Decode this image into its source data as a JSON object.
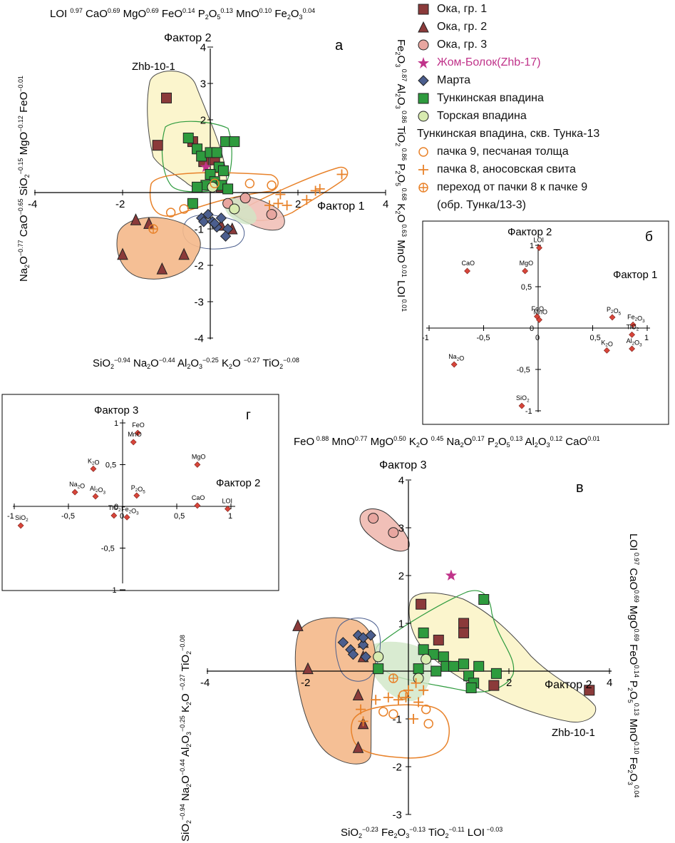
{
  "legend": {
    "items": [
      {
        "label": "Ока, гр. 1",
        "symbol": "square",
        "color": "#8B3A3A"
      },
      {
        "label": "Ока, гр. 2",
        "symbol": "triangle",
        "color": "#8B3A3A"
      },
      {
        "label": "Ока, гр. 3",
        "symbol": "circle",
        "color": "#E8A6A0"
      },
      {
        "label": "Жом-Болок(Zhb-17)",
        "symbol": "star",
        "color": "#C0338A"
      },
      {
        "label": "Марта",
        "symbol": "diamond",
        "color": "#4B5E8E"
      },
      {
        "label": "Тункинская впадина",
        "symbol": "square",
        "color": "#2E9B3E"
      },
      {
        "label": "Торская впадина",
        "symbol": "circle",
        "color": "#D8EBB0"
      },
      {
        "label": "Тункинская впадина, скв. Тунка-13",
        "symbol": "none",
        "color": "#000000"
      },
      {
        "label": "пачка 9, песчаная толща",
        "symbol": "open-circle",
        "color": "#E8822A"
      },
      {
        "label": "пачка 8, аносовская свита",
        "symbol": "plus",
        "color": "#E8822A"
      },
      {
        "label": "переход от пачки 8 к пачке 9",
        "symbol": "circle-plus",
        "color": "#E8822A"
      },
      {
        "label": "(обр. Тунка/13-3)",
        "symbol": "none",
        "color": "#000000"
      }
    ]
  },
  "panels": {
    "a": {
      "letter": "а",
      "top_formula": "LOI 0.97 CaO0.69 MgO0.69 FeO0.14 P2O50.13 MnO0.10 Fe2O30.04",
      "bottom_formula": "SiO2−0.94 Na2O−0.44 Al2O3−0.25 K2O −0.27 TiO2−0.08",
      "left_formula": "Na2O−0.77 CaO−0.65 SiO2−0.15 MgO−0.12 FeO−0.01",
      "right_formula": "Fe2O3 0.87 Al2O3 0.86 TiO2 0.86 P2O5 0.68 K2O 0.63 MnO 0.01 LOI 0.01",
      "xlabel": "Фактор 1",
      "ylabel": "Фактор 2",
      "sample_label": "Zhb-10-1",
      "x_ticks": [
        "-4",
        "-2",
        "0",
        "2",
        "4"
      ],
      "y_ticks": [
        "4",
        "3",
        "2",
        "1",
        "-1",
        "-2",
        "-3",
        "-4"
      ]
    },
    "b": {
      "letter": "б",
      "xlabel": "Фактор 1",
      "ylabel": "Фактор 2",
      "x_ticks": [
        "-1",
        "-0,5",
        "0",
        "0,5",
        "1"
      ],
      "y_ticks": [
        "1",
        "0,5",
        "0",
        "-0,5",
        "-1"
      ]
    },
    "g": {
      "letter": "г",
      "xlabel": "Фактор 2",
      "ylabel": "Фактор 3",
      "x_ticks": [
        "-1",
        "-0,5",
        "0",
        "0,5",
        "1"
      ],
      "y_ticks": [
        "1",
        "0,5",
        "0",
        "-0,5",
        "-1"
      ]
    },
    "v": {
      "letter": "в",
      "top_formula": "FeO0.88 MnO0.77 MgO0.50 K2O 0.45 Na2O0.17 P2O50.13 Al2O30.12 CaO0.01",
      "bottom_formula": "SiO2−0.23 Fe2O3−0.13 TiO2−0.11 LOI −0.03",
      "left_formula": "SiO2−0.94 Na2O−0.44 Al2O3−0.25 K2O −0.27 TiO2−0.08",
      "right_formula": "LOI 0.97 CaO0.69 MgO0.69 FeO0.14 P2O50.13 MnO0.10 Fe2O30.04",
      "xlabel": "Фактор 2",
      "ylabel": "Фактор 3",
      "sample_label": "Zhb-10-1",
      "x_ticks": [
        "-4",
        "-2",
        "0",
        "2",
        "4"
      ],
      "y_ticks": [
        "4",
        "3",
        "2",
        "1",
        "-1",
        "-2",
        "-3"
      ]
    }
  },
  "chart_data": [
    {
      "id": "a",
      "type": "scatter",
      "xlim": [
        -4,
        4
      ],
      "ylim": [
        -4,
        4
      ],
      "xlabel": "Фактор 1",
      "ylabel": "Фактор 2",
      "series": [
        {
          "name": "Ока, гр. 1",
          "points": [
            [
              -1.0,
              2.6
            ],
            [
              -1.2,
              1.3
            ],
            [
              -0.4,
              1.4
            ],
            [
              -0.15,
              0.85
            ],
            [
              0.1,
              0.9
            ],
            [
              0.2,
              0.7
            ],
            [
              0.25,
              0.15
            ]
          ]
        },
        {
          "name": "Ока, гр. 2",
          "points": [
            [
              -1.4,
              -0.85
            ],
            [
              -1.7,
              -0.75
            ],
            [
              -2.0,
              -1.7
            ],
            [
              -1.1,
              -2.1
            ],
            [
              -0.6,
              -1.7
            ],
            [
              0.5,
              -1.0
            ],
            [
              0.25,
              -0.9
            ]
          ]
        },
        {
          "name": "Ока, гр. 3",
          "points": [
            [
              0.8,
              -0.15
            ],
            [
              1.4,
              -0.6
            ],
            [
              0.4,
              -0.3
            ]
          ]
        },
        {
          "name": "Жом-Болок(Zhb-17)",
          "points": [
            [
              -0.1,
              0.7
            ]
          ]
        },
        {
          "name": "Марта",
          "points": [
            [
              -0.2,
              -0.7
            ],
            [
              -0.05,
              -0.6
            ],
            [
              -0.15,
              -0.8
            ],
            [
              0.15,
              -0.95
            ],
            [
              0.05,
              -0.8
            ],
            [
              0.25,
              -0.7
            ],
            [
              0.4,
              -1.0
            ],
            [
              0.35,
              -1.2
            ],
            [
              0.1,
              -0.85
            ]
          ]
        },
        {
          "name": "Тункинская впадина",
          "points": [
            [
              -0.5,
              1.5
            ],
            [
              -0.3,
              1.2
            ],
            [
              -0.2,
              1.0
            ],
            [
              0.0,
              1.1
            ],
            [
              0.15,
              1.1
            ],
            [
              0.2,
              0.7
            ],
            [
              0.3,
              0.6
            ],
            [
              0.0,
              0.5
            ],
            [
              0.1,
              0.3
            ],
            [
              0.25,
              0.2
            ],
            [
              -0.1,
              0.2
            ],
            [
              -0.3,
              0.15
            ],
            [
              0.35,
              1.4
            ],
            [
              0.55,
              1.4
            ],
            [
              -0.4,
              -0.3
            ],
            [
              0.4,
              0.1
            ]
          ]
        },
        {
          "name": "Торская впадина",
          "points": [
            [
              0.05,
              0.15
            ],
            [
              0.55,
              -0.45
            ]
          ]
        },
        {
          "name": "пачка 9, песчаная толща",
          "points": [
            [
              -0.9,
              -0.55
            ],
            [
              -0.6,
              -0.45
            ],
            [
              0.9,
              0.25
            ],
            [
              1.4,
              0.2
            ],
            [
              0.1,
              0.25
            ]
          ]
        },
        {
          "name": "пачка 8, аносовская свита",
          "points": [
            [
              1.35,
              -0.35
            ],
            [
              1.55,
              -0.3
            ],
            [
              1.75,
              -0.35
            ],
            [
              1.6,
              -0.05
            ],
            [
              2.2,
              -0.2
            ],
            [
              2.4,
              0.05
            ],
            [
              2.5,
              0.1
            ],
            [
              3.0,
              0.5
            ]
          ]
        },
        {
          "name": "переход от пачки 8 к пачке 9",
          "points": [
            [
              -1.3,
              -1.0
            ]
          ]
        }
      ]
    },
    {
      "id": "b",
      "type": "scatter",
      "xlim": [
        -1,
        1
      ],
      "ylim": [
        -1,
        1
      ],
      "xlabel": "Фактор 1",
      "ylabel": "Фактор 2",
      "points": [
        {
          "label": "LOI",
          "x": 0.01,
          "y": 0.97
        },
        {
          "label": "CaO",
          "x": -0.65,
          "y": 0.69
        },
        {
          "label": "MgO",
          "x": -0.12,
          "y": 0.69
        },
        {
          "label": "FeO",
          "x": -0.01,
          "y": 0.14
        },
        {
          "label": "MnO",
          "x": 0.01,
          "y": 0.1
        },
        {
          "label": "P2O5",
          "x": 0.68,
          "y": 0.13
        },
        {
          "label": "Fe2O3",
          "x": 0.87,
          "y": 0.04
        },
        {
          "label": "TiO2",
          "x": 0.86,
          "y": -0.08
        },
        {
          "label": "Al2O3",
          "x": 0.86,
          "y": -0.25
        },
        {
          "label": "K2O",
          "x": 0.63,
          "y": -0.27
        },
        {
          "label": "Na2O",
          "x": -0.77,
          "y": -0.44
        },
        {
          "label": "SiO2",
          "x": -0.15,
          "y": -0.94
        }
      ]
    },
    {
      "id": "g",
      "type": "scatter",
      "xlim": [
        -1,
        1
      ],
      "ylim": [
        -1,
        1
      ],
      "xlabel": "Фактор 2",
      "ylabel": "Фактор 3",
      "points": [
        {
          "label": "FeO",
          "x": 0.14,
          "y": 0.88
        },
        {
          "label": "MnO",
          "x": 0.1,
          "y": 0.77
        },
        {
          "label": "MgO",
          "x": 0.69,
          "y": 0.5
        },
        {
          "label": "K2O",
          "x": -0.27,
          "y": 0.45
        },
        {
          "label": "Na2O",
          "x": -0.44,
          "y": 0.17
        },
        {
          "label": "Al2O3",
          "x": -0.25,
          "y": 0.12
        },
        {
          "label": "P2O5",
          "x": 0.13,
          "y": 0.13
        },
        {
          "label": "CaO",
          "x": 0.69,
          "y": 0.01
        },
        {
          "label": "LOI",
          "x": 0.97,
          "y": -0.03
        },
        {
          "label": "TiO2",
          "x": -0.08,
          "y": -0.11
        },
        {
          "label": "Fe2O3",
          "x": 0.04,
          "y": -0.13
        },
        {
          "label": "SiO2",
          "x": -0.94,
          "y": -0.23
        }
      ]
    },
    {
      "id": "v",
      "type": "scatter",
      "xlim": [
        -4,
        4
      ],
      "ylim": [
        -3,
        4
      ],
      "xlabel": "Фактор 2",
      "ylabel": "Фактор 3",
      "series": [
        {
          "name": "Ока, гр. 1",
          "points": [
            [
              0.25,
              1.4
            ],
            [
              1.1,
              1.0
            ],
            [
              1.1,
              0.8
            ],
            [
              0.6,
              0.65
            ],
            [
              1.7,
              -0.3
            ],
            [
              3.6,
              -0.4
            ]
          ]
        },
        {
          "name": "Ока, гр. 2",
          "points": [
            [
              -2.0,
              0.05
            ],
            [
              -2.2,
              0.95
            ],
            [
              -0.9,
              0.6
            ],
            [
              -1.0,
              -0.5
            ],
            [
              -0.9,
              -1.1
            ],
            [
              -1.0,
              -1.6
            ],
            [
              -0.9,
              0.3
            ]
          ]
        },
        {
          "name": "Ока, гр. 3",
          "points": [
            [
              -0.7,
              3.2
            ],
            [
              -0.3,
              2.9
            ]
          ]
        },
        {
          "name": "Жом-Болок(Zhb-17)",
          "points": [
            [
              0.85,
              2.0
            ]
          ]
        },
        {
          "name": "Марта",
          "points": [
            [
              -1.3,
              0.6
            ],
            [
              -1.15,
              0.45
            ],
            [
              -0.9,
              0.55
            ],
            [
              -0.75,
              0.75
            ],
            [
              -1.0,
              0.75
            ],
            [
              -0.85,
              0.3
            ],
            [
              -1.1,
              0.35
            ],
            [
              -0.9,
              0.7
            ]
          ]
        },
        {
          "name": "Тункинская впадина",
          "points": [
            [
              1.5,
              1.5
            ],
            [
              0.3,
              0.8
            ],
            [
              0.3,
              0.45
            ],
            [
              0.5,
              0.35
            ],
            [
              0.7,
              0.3
            ],
            [
              0.75,
              0.1
            ],
            [
              0.9,
              0.1
            ],
            [
              1.1,
              0.15
            ],
            [
              1.4,
              0.1
            ],
            [
              1.75,
              -0.05
            ],
            [
              1.2,
              -0.1
            ],
            [
              1.3,
              -0.25
            ],
            [
              1.25,
              -0.35
            ],
            [
              0.2,
              0.05
            ],
            [
              0.55,
              0.0
            ],
            [
              -0.6,
              0.05
            ]
          ]
        },
        {
          "name": "Торская впадина",
          "points": [
            [
              -0.6,
              0.3
            ],
            [
              0.35,
              0.25
            ],
            [
              0.2,
              -0.15
            ]
          ]
        },
        {
          "name": "пачка 9, песчаная толща",
          "points": [
            [
              -0.5,
              -0.85
            ],
            [
              -0.3,
              -0.9
            ],
            [
              0.35,
              -0.8
            ],
            [
              0.4,
              -1.1
            ],
            [
              -0.1,
              -0.5
            ]
          ]
        },
        {
          "name": "пачка 8, аносовская свита",
          "points": [
            [
              -0.9,
              -1.05
            ],
            [
              -0.65,
              -0.6
            ],
            [
              -0.4,
              -0.55
            ],
            [
              -0.2,
              -0.6
            ],
            [
              -0.05,
              -0.55
            ],
            [
              0.15,
              -0.25
            ],
            [
              0.0,
              -0.4
            ],
            [
              0.2,
              -0.65
            ],
            [
              0.1,
              -1.0
            ],
            [
              -0.95,
              -0.8
            ],
            [
              0.3,
              -0.4
            ]
          ]
        },
        {
          "name": "переход от пачки 8 к пачке 9",
          "points": [
            [
              -0.3,
              -0.15
            ]
          ]
        }
      ]
    }
  ]
}
